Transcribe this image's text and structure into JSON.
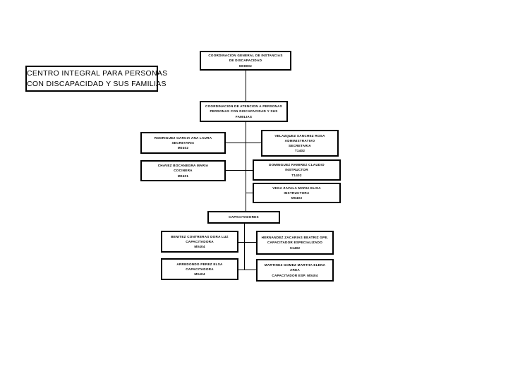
{
  "document": {
    "type": "organizational-chart",
    "language": "es"
  },
  "title_box": {
    "line1": "CENTRO INTEGRAL PARA PERSONAS",
    "line2": "CON DISCAPACIDAD Y SUS FAMILIAS"
  },
  "nodes": {
    "head": {
      "line1": "COORDINACION GENERAL DE INSTANCIAS",
      "line2": "DE DISCAPACIDAD",
      "line3": "M08002"
    },
    "coordination": {
      "line1": "COORDINACION DE ATENCION A PERSONAS",
      "line2": "PERSONAS CON DISCAPACIDAD Y SUS",
      "line3": "FAMILIAS"
    },
    "secretaria": {
      "line1": "RODRIGUEZ GARCIA ANA LAURA",
      "line2": "SECRETARIA",
      "line3": "M0402"
    },
    "admin": {
      "line1": "VELAZQUEZ SANCHEZ ROSA",
      "line2": "ADMINISTRATIVO",
      "line3": "SECRETARIA",
      "line4": "T1402"
    },
    "cocinera": {
      "line1": "CHAVEZ BOCANEGRA MARIA",
      "line2": "COCINERA",
      "line3": "M0401"
    },
    "instructor": {
      "line1": "DOMINGUEZ RAMIREZ CLAUDIO",
      "line2": "INSTRUCTOR",
      "line3": "T1402"
    },
    "instructora": {
      "line1": "VEGA ZAVALA MARIA ELISA",
      "line2": "INSTRUCTORA",
      "line3": "M0403"
    },
    "capacitadores_header": {
      "line1": "CAPACITADORES"
    },
    "capacitador1": {
      "line1": "BENITEZ CONTRERAS DORA LUZ",
      "line2": "CAPACITADORA",
      "line3": "M0404"
    },
    "capacitador2": {
      "line1": "HERNANDEZ ZACARIAS BEATRIZ GPE.",
      "line2": "CAPACITADOR ESPECIALIZADO",
      "line3": "S1402"
    },
    "capacitador3": {
      "line1": "ARREDONDO PEREZ ELSA",
      "line2": "CAPACITADORA",
      "line3": "M0404"
    },
    "capacitador4": {
      "line1": "MARTINEZ GOMEZ MARTHA ELENA",
      "line2": "AREA",
      "line3": "CAPACITADOR ESP. M0404"
    }
  },
  "colors": {
    "background": "#ffffff",
    "border": "#000000",
    "text": "#000000"
  }
}
